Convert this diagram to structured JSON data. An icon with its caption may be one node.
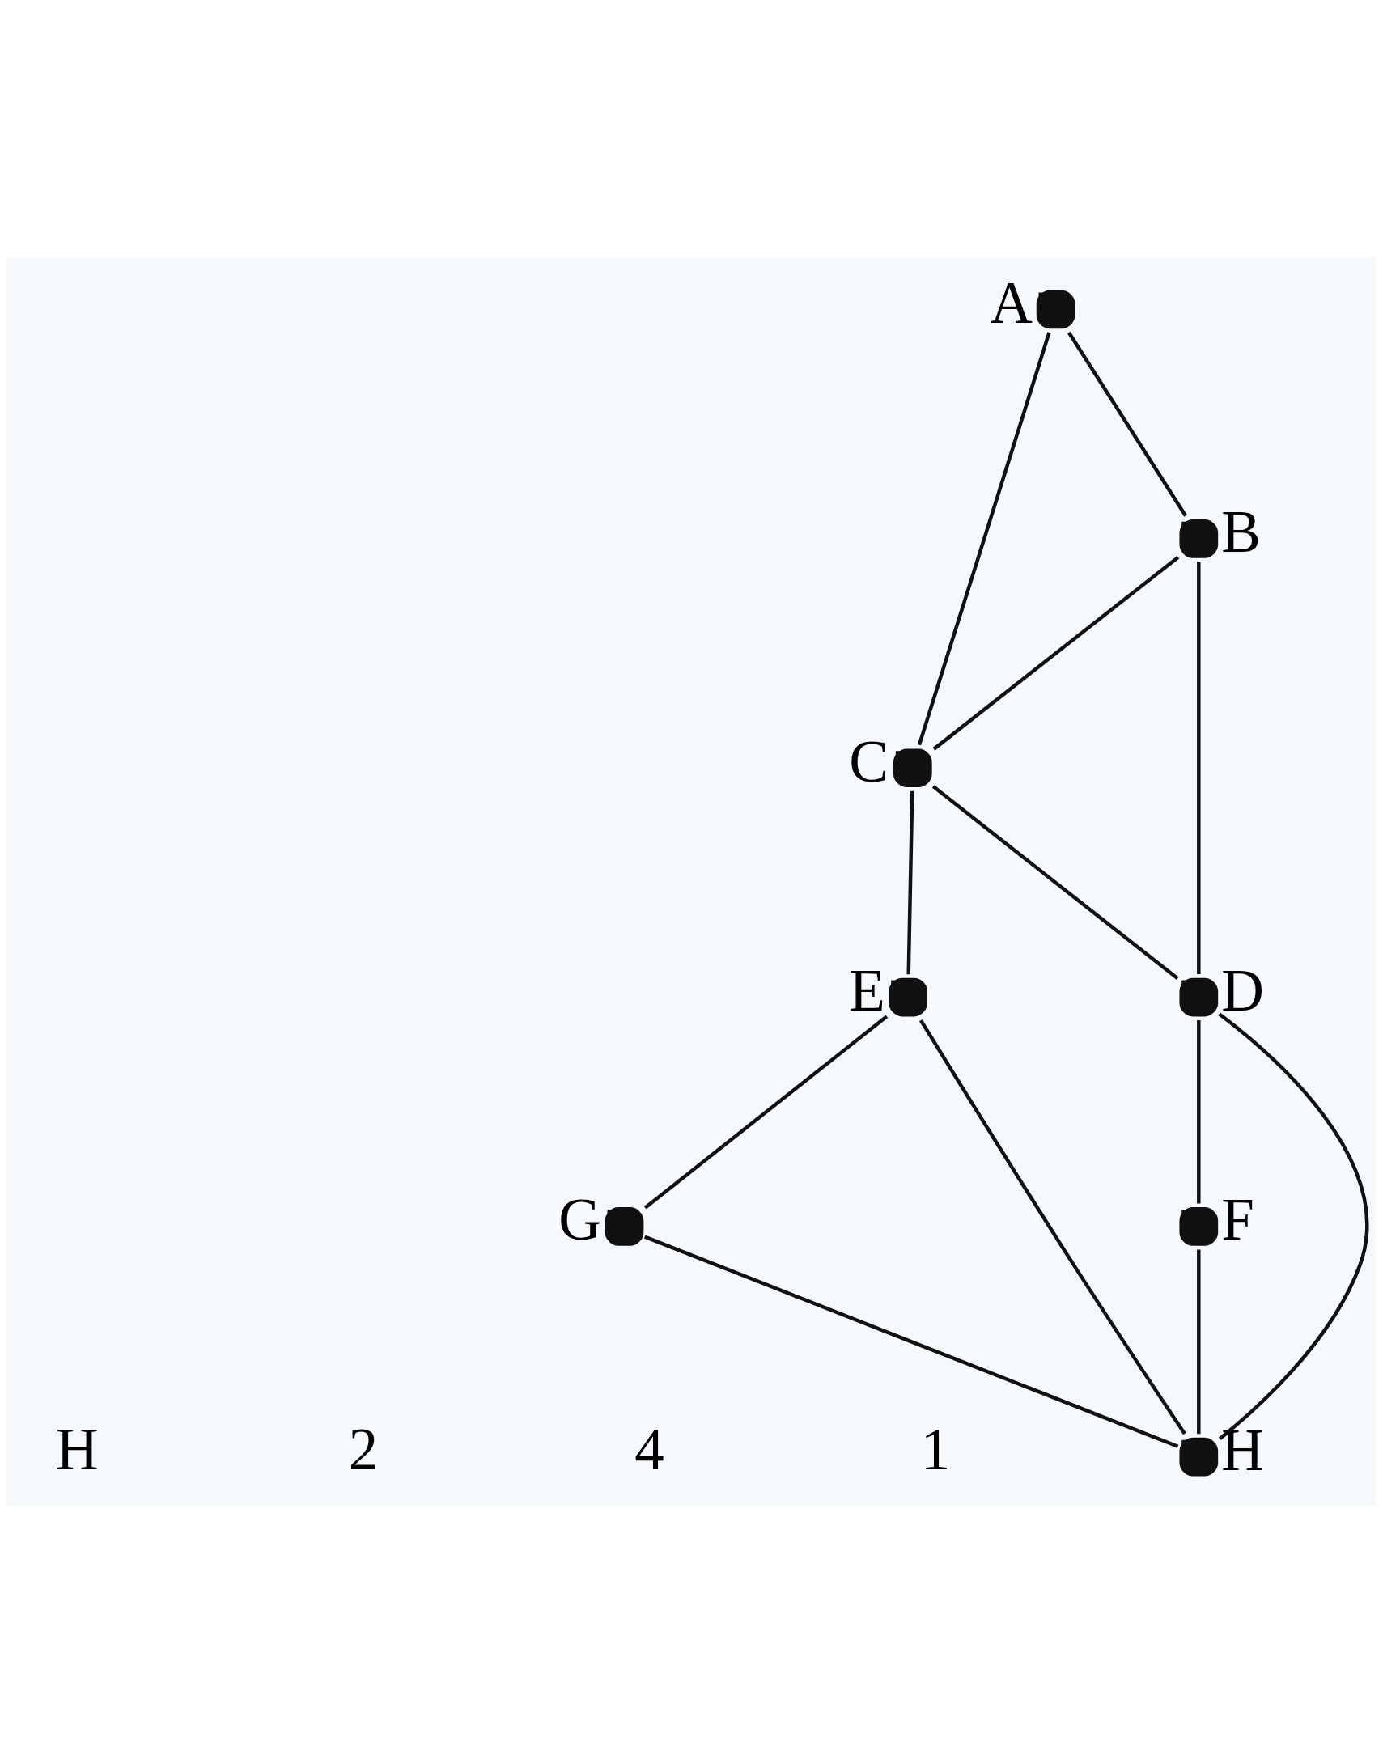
{
  "diagram": {
    "nodes": [
      {
        "text": [],
        "shape": "circle",
        "beside": [
          "A"
        ]
      },
      {
        "text": [],
        "shape": "circle",
        "beside": [
          "B"
        ]
      },
      {
        "text": [],
        "shape": "circle",
        "beside": [
          "C"
        ]
      },
      {
        "text": [],
        "shape": "circle",
        "beside": [
          "D"
        ]
      },
      {
        "text": [],
        "shape": "circle",
        "beside": [
          "E"
        ]
      },
      {
        "text": [],
        "shape": "circle",
        "beside": [
          "F"
        ]
      },
      {
        "text": [],
        "shape": "circle",
        "beside": [
          "G"
        ]
      },
      {
        "text": [],
        "shape": "circle",
        "beside": [
          "H"
        ]
      }
    ],
    "edges": [
      {
        "from": 0,
        "to": 1,
        "arrow": "none"
      },
      {
        "from": 0,
        "to": 2,
        "arrow": "none"
      },
      {
        "from": 1,
        "to": 2,
        "arrow": "none"
      },
      {
        "from": 1,
        "to": 3,
        "arrow": "none"
      },
      {
        "from": 2,
        "to": 3,
        "arrow": "none"
      },
      {
        "from": 2,
        "to": 4,
        "arrow": "none"
      },
      {
        "from": 3,
        "to": 5,
        "arrow": "none"
      },
      {
        "from": 3,
        "to": 7,
        "arrow": "none"
      },
      {
        "from": 4,
        "to": 7,
        "arrow": "none"
      },
      {
        "from": 4,
        "to": 6,
        "arrow": "none"
      },
      {
        "from": 6,
        "to": 7,
        "arrow": "none"
      },
      {
        "from": 5,
        "to": 7,
        "arrow": "none"
      }
    ],
    "labels": [
      "H",
      "2",
      "4",
      "1"
    ]
  }
}
